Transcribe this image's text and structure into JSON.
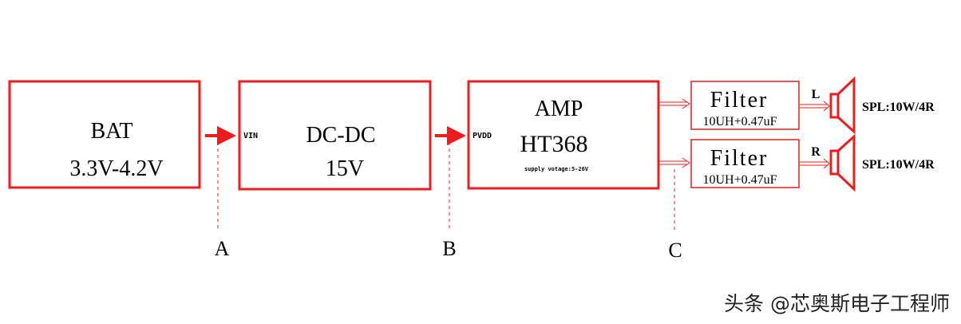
{
  "colors": {
    "accent": "#ee1c1c"
  },
  "blocks": {
    "bat": {
      "title": "BAT",
      "subtitle": "3.3V-4.2V"
    },
    "dcdc": {
      "pin": "VIN",
      "title": "DC-DC",
      "subtitle": "15V"
    },
    "amp": {
      "pin": "PVDD",
      "title": "AMP",
      "chip": "HT368",
      "note": "supply votage:5-26V"
    },
    "filters": [
      {
        "title": "Filter",
        "value": "10UH+0.47uF",
        "channel": "L",
        "speaker": "SPL:10W/4R"
      },
      {
        "title": "Filter",
        "value": "10UH+0.47uF",
        "channel": "R",
        "speaker": "SPL:10W/4R"
      }
    ]
  },
  "test_points": [
    "A",
    "B",
    "C"
  ],
  "watermark": "头条 @芯奥斯电子工程师"
}
